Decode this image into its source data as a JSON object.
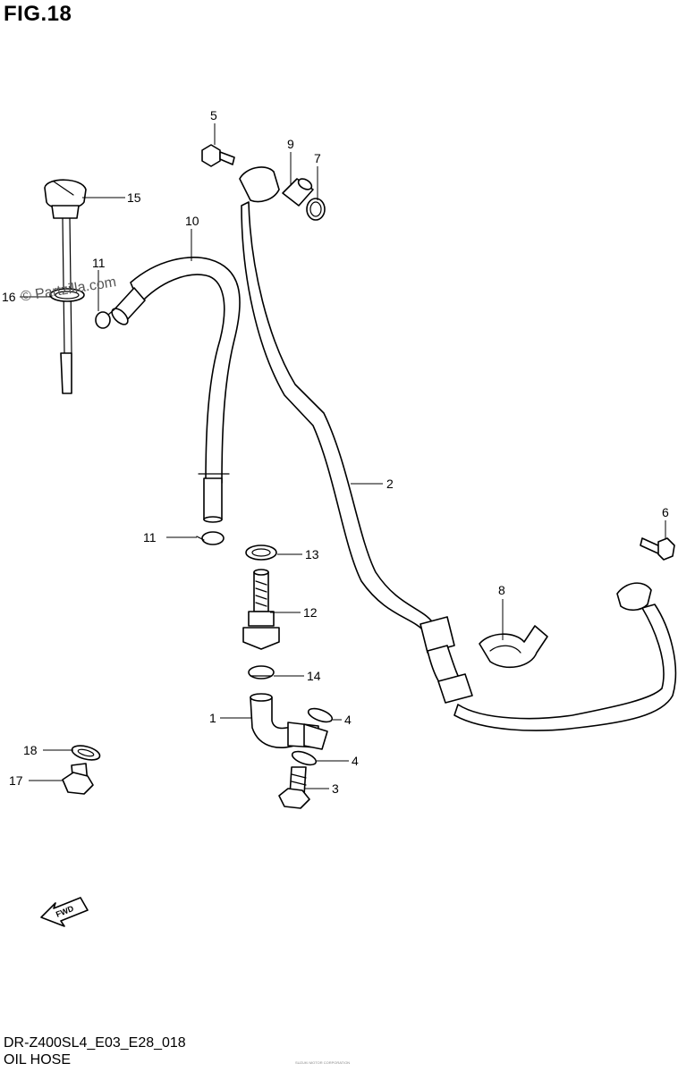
{
  "figure_title": "FIG.18",
  "watermark": "© Partzilla.com",
  "diagram_code": "DR-Z400SL4_E03_E28_018",
  "diagram_name": "OIL HOSE",
  "fine_print": "SUZUKI MOTOR CORPORATION",
  "fwd_label": "FWD",
  "callouts": [
    {
      "id": "c1",
      "text": "1"
    },
    {
      "id": "c2",
      "text": "2"
    },
    {
      "id": "c3",
      "text": "3"
    },
    {
      "id": "c4a",
      "text": "4"
    },
    {
      "id": "c4b",
      "text": "4"
    },
    {
      "id": "c5",
      "text": "5"
    },
    {
      "id": "c6",
      "text": "6"
    },
    {
      "id": "c7",
      "text": "7"
    },
    {
      "id": "c8",
      "text": "8"
    },
    {
      "id": "c9",
      "text": "9"
    },
    {
      "id": "c10",
      "text": "10"
    },
    {
      "id": "c11a",
      "text": "11"
    },
    {
      "id": "c11b",
      "text": "11"
    },
    {
      "id": "c12",
      "text": "12"
    },
    {
      "id": "c13",
      "text": "13"
    },
    {
      "id": "c14",
      "text": "14"
    },
    {
      "id": "c15",
      "text": "15"
    },
    {
      "id": "c16",
      "text": "16"
    },
    {
      "id": "c17",
      "text": "17"
    },
    {
      "id": "c18",
      "text": "18"
    }
  ]
}
